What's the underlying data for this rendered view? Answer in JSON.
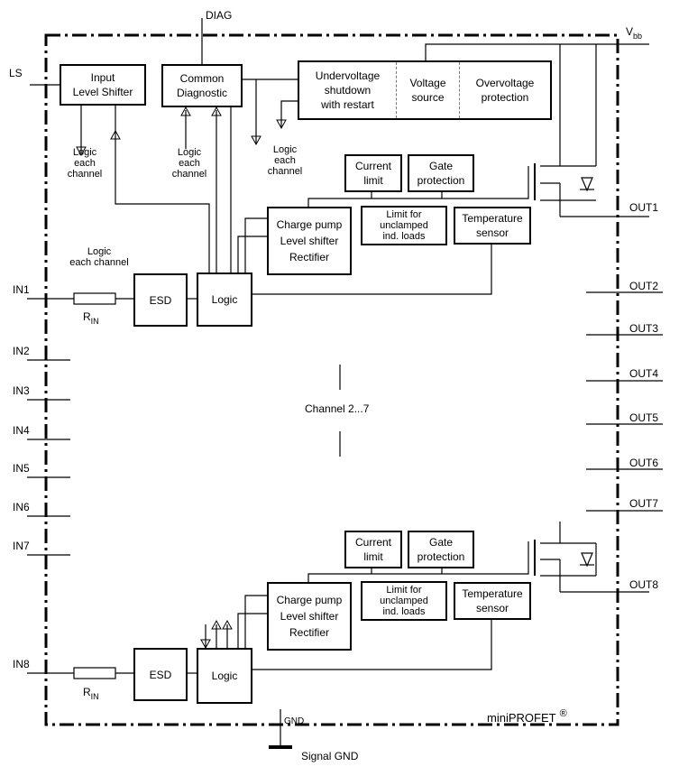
{
  "supply": {
    "name": "V",
    "sub": "bb"
  },
  "diag": "DIAG",
  "ls": "LS",
  "chip_name": "miniPROFET",
  "registered": "®",
  "blocks": {
    "input_level_shifter": "Input\nLevel Shifter",
    "common_diagnostic": "Common\nDiagnostic",
    "undervoltage": "Undervoltage\nshutdown\nwith restart",
    "voltage_source": "Voltage\nsource",
    "overvoltage": "Overvoltage\nprotection",
    "current_limit": "Current\nlimit",
    "gate_protection": "Gate\nprotection",
    "charge_pump": "Charge pump\nLevel shifter\nRectifier",
    "limit_unclamped": "Limit for\nunclamped\nind. loads",
    "temperature_sensor": "Temperature\nsensor",
    "esd": "ESD",
    "logic": "Logic"
  },
  "notes": {
    "logic_each_channel": "Logic\neach\nchannel",
    "logic_each_channel_wide": "Logic\neach channel",
    "channel_range": "Channel 2...7"
  },
  "resistor": {
    "name": "R",
    "sub": "IN"
  },
  "inputs": [
    "IN1",
    "IN2",
    "IN3",
    "IN4",
    "IN5",
    "IN6",
    "IN7",
    "IN8"
  ],
  "outputs": [
    "OUT1",
    "OUT2",
    "OUT3",
    "OUT4",
    "OUT5",
    "OUT6",
    "OUT7",
    "OUT8"
  ],
  "gnd": "GND",
  "signal_gnd": "Signal GND"
}
